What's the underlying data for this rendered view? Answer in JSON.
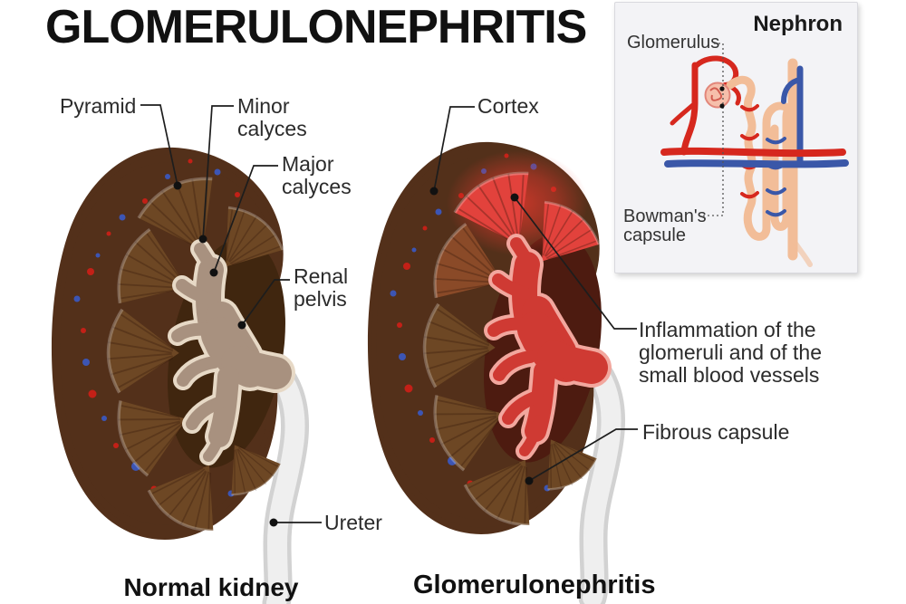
{
  "title": "GLOMERULONEPHRITIS",
  "kidney_labels": {
    "pyramid": "Pyramid",
    "minor_calyces": [
      "Minor",
      "calyces"
    ],
    "major_calyces": [
      "Major",
      "calyces"
    ],
    "renal_pelvis": [
      "Renal",
      "pelvis"
    ],
    "cortex": "Cortex",
    "ureter": "Ureter",
    "inflammation": [
      "Inflammation of the",
      "glomeruli and of the",
      "small blood vessels"
    ],
    "fibrous_capsule": "Fibrous capsule"
  },
  "captions": {
    "left": "Normal kidney",
    "right": "Glomerulonephritis"
  },
  "inset": {
    "title": "Nephron",
    "glomerulus": "Glomerulus",
    "bowmans_capsule": [
      "Bowman's",
      "capsule"
    ]
  },
  "colors": {
    "cortex_orange": "#c98a3e",
    "capsule_dark_brown": "#53301a",
    "rim_cream": "#ecc9a0",
    "pyramid_brown": "#6d4724",
    "pelvis_taupe": "#a8917f",
    "pelvis_edge_cream": "#e7d9c6",
    "inflamed_red": "#cf3a33",
    "inflamed_edge_pink": "#f2a79e",
    "speckle_red": "#c32017",
    "speckle_blue": "#3c55b4",
    "ureter_gray": "#ededed",
    "artery_red": "#d6281e",
    "vein_blue": "#3a57a8",
    "tubule_peach": "#f2bd98",
    "inset_background": "#f3f3f6",
    "label_text": "#2b2b2b"
  }
}
